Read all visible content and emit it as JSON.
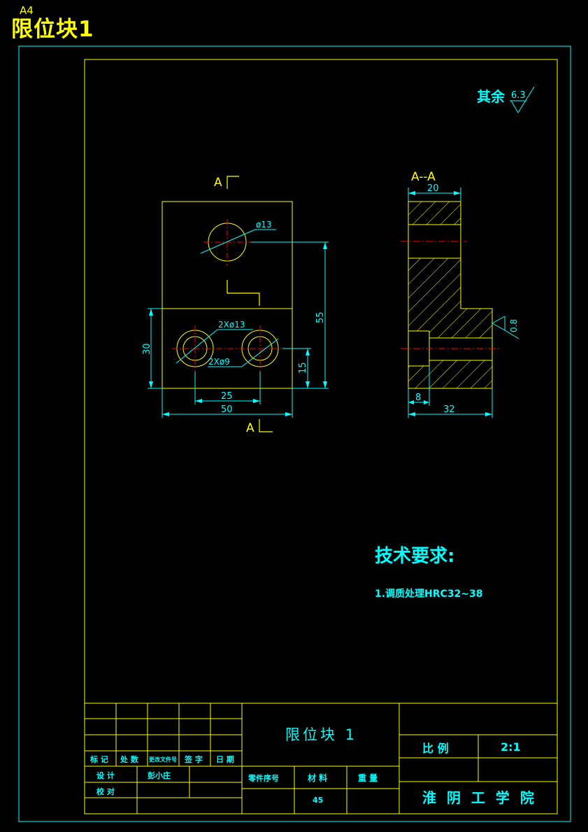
{
  "sheet": {
    "paper_size_label": "A4",
    "title": "限位块1"
  },
  "roughness": {
    "label": "其余",
    "value": "6.3"
  },
  "front_view": {
    "section_marker_top": "A",
    "section_marker_bottom": "A",
    "dim_hole_top": "ø13",
    "dim_counterbore": "2Xø13",
    "dim_through_hole": "2Xø9",
    "dim_height_total": "55",
    "dim_height_lower": "30",
    "dim_hole_height": "15",
    "dim_hole_spacing": "25",
    "dim_width": "50"
  },
  "section_view": {
    "title": "A--A",
    "dim_top_width": "20",
    "dim_bore_depth": "8",
    "dim_bottom_width": "32",
    "roughness_value": "0.8"
  },
  "tech_requirements": {
    "heading": "技术要求:",
    "items": [
      "1.调质处理HRC32~38"
    ]
  },
  "title_block": {
    "part_name": "限位块 1",
    "scale_label": "比  例",
    "scale_value": "2:1",
    "school": "淮 阴 工 学 院",
    "rev_headers": [
      "标 记",
      "处 数",
      "更改文件号",
      "签 字",
      "日 期"
    ],
    "design_label": "设  计",
    "designer": "彭小庄",
    "check_label": "校  对",
    "part_no_label": "零件序号",
    "material_label": "材 料",
    "weight_label": "重 量",
    "material_value": "45"
  },
  "colors": {
    "border": "#00ffff",
    "frame": "#ffff00",
    "text": "#00ffff",
    "centerline": "#ff0000",
    "background": "#000000"
  }
}
